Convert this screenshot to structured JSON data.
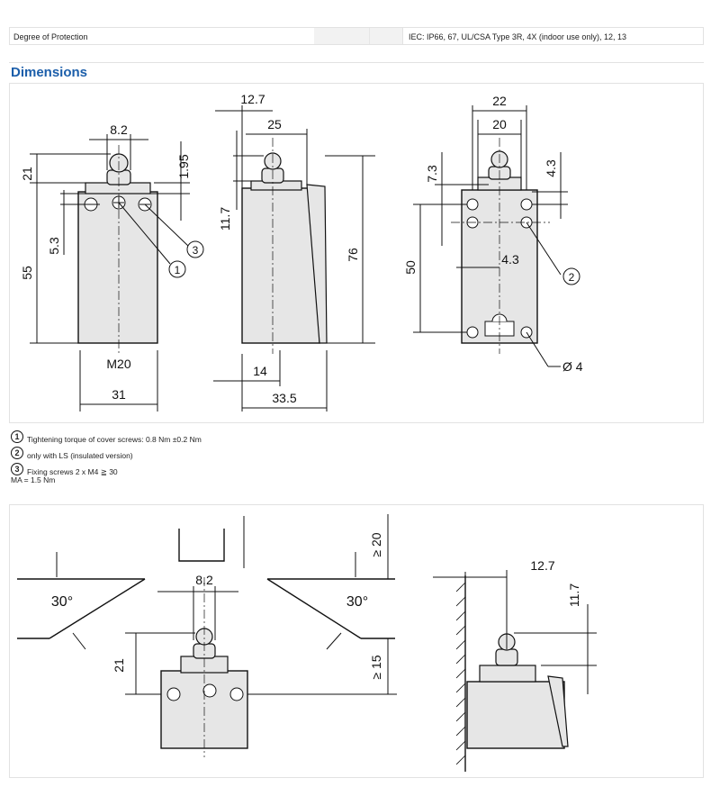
{
  "table": {
    "label": "Degree of Protection",
    "value": "IEC: IP66, 67, UL/CSA Type 3R, 4X (indoor use only), 12, 13"
  },
  "section_title": "Dimensions",
  "drawing1": {
    "front": {
      "d_top": "8.2",
      "d_21": "21",
      "d_195": "1.95",
      "d_53": "5.3",
      "d_55": "55",
      "d_m20": "M20",
      "d_31": "31",
      "c1": "1",
      "c3": "3"
    },
    "side": {
      "d_127": "12.7",
      "d_25": "25",
      "d_117": "11.7",
      "d_76": "76",
      "d_14": "14",
      "d_335": "33.5"
    },
    "back": {
      "d_22": "22",
      "d_20": "20",
      "d_73": "7.3",
      "d_43a": "4.3",
      "d_50": "50",
      "d_43b": "4.3",
      "c2": "2",
      "d_phi": "Ø 4"
    }
  },
  "notes": {
    "n1": {
      "num": "1",
      "text": "Tightening torque of cover screws: 0.8 Nm ±0.2 Nm"
    },
    "n2": {
      "num": "2",
      "text": "only with LS (insulated version)"
    },
    "n3": {
      "num": "3",
      "text": "Fixing screws 2 x M4 ≧ 30"
    },
    "ma": "MA = 1.5 Nm"
  },
  "drawing2": {
    "angle_left": "30°",
    "angle_right": "30°",
    "d_82": "8.2",
    "d_21": "21",
    "d_20": "≥ 20",
    "d_15": "≥ 15",
    "d_127": "12.7",
    "d_117": "11.7"
  }
}
